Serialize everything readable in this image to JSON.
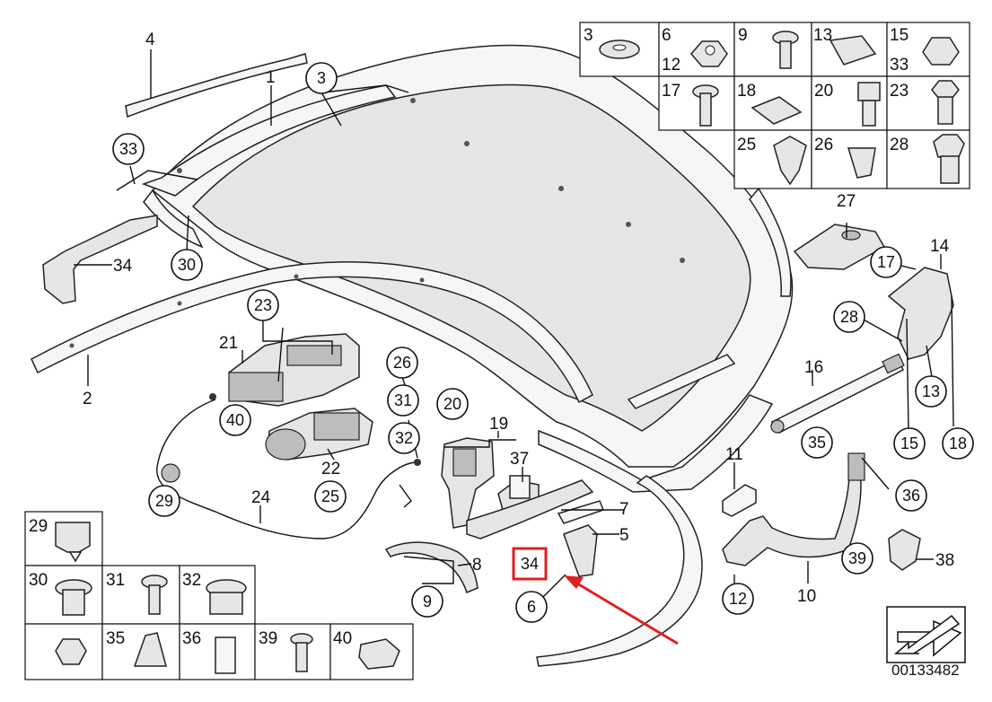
{
  "callouts": {
    "plain": [
      {
        "id": "c4",
        "text": "4"
      },
      {
        "id": "c1",
        "text": "1"
      },
      {
        "id": "c34a",
        "text": "34"
      },
      {
        "id": "c2",
        "text": "2"
      },
      {
        "id": "c21",
        "text": "21"
      },
      {
        "id": "c22",
        "text": "22"
      },
      {
        "id": "c24",
        "text": "24"
      },
      {
        "id": "c19",
        "text": "19"
      },
      {
        "id": "c37",
        "text": "37"
      },
      {
        "id": "c7",
        "text": "7"
      },
      {
        "id": "c5",
        "text": "5"
      },
      {
        "id": "c8",
        "text": "8"
      },
      {
        "id": "c11",
        "text": "11"
      },
      {
        "id": "c10",
        "text": "10"
      },
      {
        "id": "c27",
        "text": "27"
      },
      {
        "id": "c14",
        "text": "14"
      },
      {
        "id": "c16",
        "text": "16"
      },
      {
        "id": "c38",
        "text": "38"
      }
    ],
    "circled": [
      {
        "id": "k3",
        "text": "3"
      },
      {
        "id": "k33",
        "text": "33"
      },
      {
        "id": "k30",
        "text": "30"
      },
      {
        "id": "k23",
        "text": "23"
      },
      {
        "id": "k40",
        "text": "40"
      },
      {
        "id": "k26",
        "text": "26"
      },
      {
        "id": "k31",
        "text": "31"
      },
      {
        "id": "k32",
        "text": "32"
      },
      {
        "id": "k20",
        "text": "20"
      },
      {
        "id": "k25",
        "text": "25"
      },
      {
        "id": "k29",
        "text": "29"
      },
      {
        "id": "k9",
        "text": "9"
      },
      {
        "id": "k6",
        "text": "6"
      },
      {
        "id": "k12",
        "text": "12"
      },
      {
        "id": "k17",
        "text": "17"
      },
      {
        "id": "k28",
        "text": "28"
      },
      {
        "id": "k13",
        "text": "13"
      },
      {
        "id": "k15",
        "text": "15"
      },
      {
        "id": "k18",
        "text": "18"
      },
      {
        "id": "k35",
        "text": "35"
      },
      {
        "id": "k36",
        "text": "36"
      },
      {
        "id": "k39",
        "text": "39"
      }
    ],
    "highlighted": {
      "text": "34",
      "color": "#e02020"
    }
  },
  "top_legend": [
    {
      "label": "3"
    },
    {
      "label": "6"
    },
    {
      "label": "12"
    },
    {
      "label": "9"
    },
    {
      "label": "13"
    },
    {
      "label": "15"
    },
    {
      "label": "33"
    },
    {
      "label": "17"
    },
    {
      "label": "18"
    },
    {
      "label": "20"
    },
    {
      "label": "23"
    },
    {
      "label": "25"
    },
    {
      "label": "26"
    },
    {
      "label": "28"
    }
  ],
  "bottom_legend": [
    {
      "label": "29"
    },
    {
      "label": "30"
    },
    {
      "label": "31"
    },
    {
      "label": "32"
    },
    {
      "label": "35"
    },
    {
      "label": "36"
    },
    {
      "label": "39"
    },
    {
      "label": "40"
    }
  ],
  "footer": {
    "catalog_number": "00133482"
  },
  "colors": {
    "arrow": "#e02020",
    "highlight_box": "#e02020",
    "line": "#111111"
  }
}
